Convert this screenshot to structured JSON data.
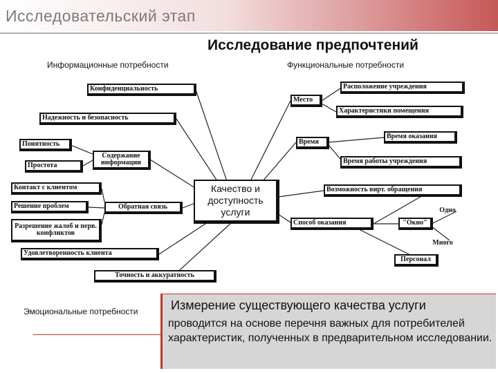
{
  "header": {
    "title": "Исследовательский этап"
  },
  "diagram": {
    "title": "Исследование предпочтений",
    "groups": {
      "informational": "Информационные потребности",
      "functional": "Функциональные потребности",
      "emotional": "Эмоциональные потребности"
    },
    "center": "Качество и доступность услуги",
    "nodes": {
      "confidentiality": "Конфиденциальность",
      "reliability": "Надежность и безопасность",
      "clarity": "Понятность",
      "content": "Содержание информации",
      "simplicity": "Простота",
      "contact": "Контакт с клиентом",
      "problem_solving": "Решение проблем",
      "feedback": "Обратная связь",
      "complaints": "Разрешение жалоб и перв. конфликтов",
      "satisfaction": "Удовлетворенность клиента",
      "accuracy": "Точность и аккуратность",
      "place": "Место",
      "location": "Расположение учреждения",
      "premises": "Характеристики помещения",
      "time": "Время",
      "service_time": "Время оказания",
      "working_hours": "Время работы учреждения",
      "virtual_access": "Возможность вирт. обращения",
      "delivery_method": "Способ оказания",
      "one": "Одно",
      "window": "\"Окно\"",
      "many": "Много",
      "staff": "Персонал"
    }
  },
  "note": {
    "title": "Измерение существующего качества услуги",
    "body": "проводится на основе перечня важных для потребителей характеристик, полученных в предварительном исследовании."
  }
}
